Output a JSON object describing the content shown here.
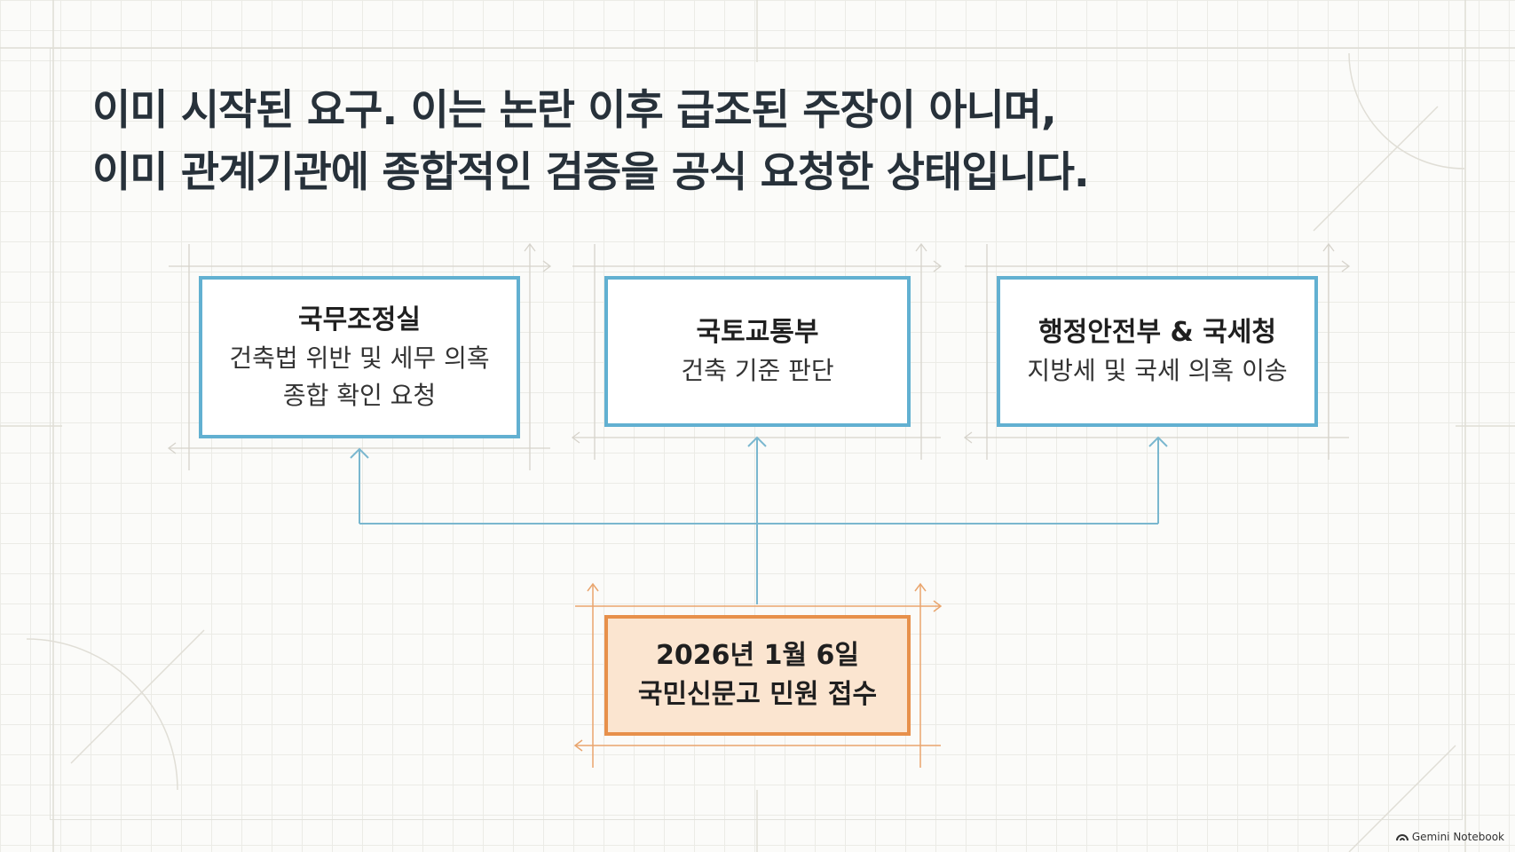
{
  "headline": {
    "line1": "이미 시작된 요구. 이는 논란 이후 급조된 주장이 아니며,",
    "line2": "이미 관계기관에 종합적인 검증을 공식 요청한 상태입니다."
  },
  "agencies": [
    {
      "title": "국무조정실",
      "lines": [
        "건축법 위반 및 세무 의혹",
        "종합 확인 요청"
      ]
    },
    {
      "title": "국토교통부",
      "lines": [
        "건축 기준 판단"
      ]
    },
    {
      "title": "행정안전부 & 국세청",
      "lines": [
        "지방세 및 국세 의혹 이송"
      ]
    }
  ],
  "origin": {
    "lines": [
      "2026년 1월 6일",
      "국민신문고 민원 접수"
    ]
  },
  "colors": {
    "blue_border": "#62b0d1",
    "orange_border": "#e7904b",
    "orange_fill": "#fbe5d0",
    "connector": "#7ab7cf",
    "headline": "#27313a"
  },
  "icons": [
    "brand-logo-icon"
  ],
  "brand": {
    "label": "Gemini Notebook"
  }
}
